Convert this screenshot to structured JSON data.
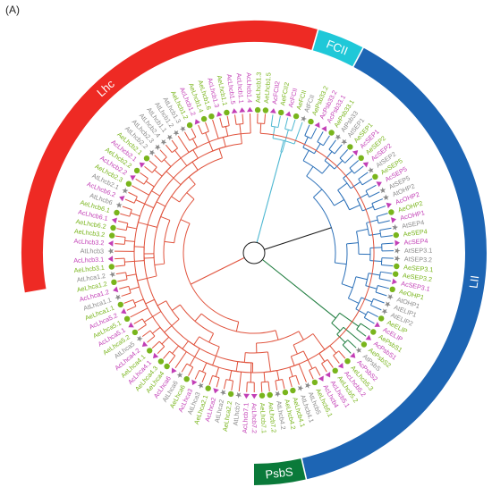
{
  "panel_label": "(A)",
  "colors": {
    "Lhc": "#ee2a24",
    "FCII": "#1fc8d8",
    "LII": "#1d65b4",
    "PsbS": "#0a7a3a",
    "green_species": "#79b51c",
    "pink_species": "#c23fb6",
    "gray_species": "#8a8a8a"
  },
  "clades": [
    {
      "name": "Lhc",
      "label": "Lhc",
      "color": "#ee2a24",
      "start_deg": 260,
      "end_deg": 16
    },
    {
      "name": "FCII",
      "label": "FCII",
      "color": "#1fc8d8",
      "start_deg": 16,
      "end_deg": 28
    },
    {
      "name": "LII",
      "label": "LII",
      "color": "#1d65b4",
      "start_deg": 28,
      "end_deg": 167
    },
    {
      "name": "PsbS",
      "label": "PsbS",
      "color": "#0a7a3a",
      "start_deg": 167,
      "end_deg": 180
    }
  ],
  "leaves": [
    {
      "label": "AcFCII",
      "sp": "p",
      "clade": "FCII"
    },
    {
      "label": "AeFCII",
      "sp": "g",
      "clade": "FCII"
    },
    {
      "label": "AtFCII",
      "sp": "a",
      "clade": "FCII"
    },
    {
      "label": "AePsb33.2",
      "sp": "g",
      "clade": "LII"
    },
    {
      "label": "AcPsb33.2",
      "sp": "p",
      "clade": "LII"
    },
    {
      "label": "AcPsb33.1",
      "sp": "p",
      "clade": "LII"
    },
    {
      "label": "AePsb33.1",
      "sp": "g",
      "clade": "LII"
    },
    {
      "label": "AtPsb33",
      "sp": "a",
      "clade": "LII"
    },
    {
      "label": "AtSEP1",
      "sp": "a",
      "clade": "LII"
    },
    {
      "label": "AeSEP1",
      "sp": "g",
      "clade": "LII"
    },
    {
      "label": "AcSEP1",
      "sp": "p",
      "clade": "LII"
    },
    {
      "label": "AeSEP2",
      "sp": "g",
      "clade": "LII"
    },
    {
      "label": "AcSEP2",
      "sp": "p",
      "clade": "LII"
    },
    {
      "label": "AtSEP2",
      "sp": "a",
      "clade": "LII"
    },
    {
      "label": "AeSEP5",
      "sp": "g",
      "clade": "LII"
    },
    {
      "label": "AcSEP5",
      "sp": "p",
      "clade": "LII"
    },
    {
      "label": "AtSEP5",
      "sp": "a",
      "clade": "LII"
    },
    {
      "label": "AtOHP2",
      "sp": "a",
      "clade": "LII"
    },
    {
      "label": "AcOHP2",
      "sp": "p",
      "clade": "LII"
    },
    {
      "label": "AeOHP2",
      "sp": "g",
      "clade": "LII"
    },
    {
      "label": "AcOHP1",
      "sp": "p",
      "clade": "LII"
    },
    {
      "label": "AtSEP4",
      "sp": "a",
      "clade": "LII"
    },
    {
      "label": "AeSEP4",
      "sp": "g",
      "clade": "LII"
    },
    {
      "label": "AcSEP4",
      "sp": "p",
      "clade": "LII"
    },
    {
      "label": "AtSEP3.1",
      "sp": "a",
      "clade": "LII"
    },
    {
      "label": "AtSEP3.2",
      "sp": "a",
      "clade": "LII"
    },
    {
      "label": "AeSEP3.1",
      "sp": "g",
      "clade": "LII"
    },
    {
      "label": "AeSEP3.2",
      "sp": "g",
      "clade": "LII"
    },
    {
      "label": "AcSEP3.1",
      "sp": "p",
      "clade": "LII"
    },
    {
      "label": "AeOHP1",
      "sp": "g",
      "clade": "LII"
    },
    {
      "label": "AtOHP1",
      "sp": "a",
      "clade": "LII"
    },
    {
      "label": "AtELIP1",
      "sp": "a",
      "clade": "LII"
    },
    {
      "label": "AtELIP2",
      "sp": "a",
      "clade": "LII"
    },
    {
      "label": "AeELIP",
      "sp": "g",
      "clade": "LII"
    },
    {
      "label": "AcELIP",
      "sp": "p",
      "clade": "LII"
    },
    {
      "label": "AePsbS1",
      "sp": "g",
      "clade": "PsbS"
    },
    {
      "label": "AcPsbS1",
      "sp": "p",
      "clade": "PsbS"
    },
    {
      "label": "AePsbS2",
      "sp": "g",
      "clade": "PsbS"
    },
    {
      "label": "AtPsbS",
      "sp": "a",
      "clade": "PsbS"
    },
    {
      "label": "AcPsbS2",
      "sp": "p",
      "clade": "PsbS"
    },
    {
      "label": "AeLhcb5.3",
      "sp": "g",
      "clade": "Lhc"
    },
    {
      "label": "AcLhcb5.2",
      "sp": "p",
      "clade": "Lhc"
    },
    {
      "label": "AeLhcb5.2",
      "sp": "g",
      "clade": "Lhc"
    },
    {
      "label": "AcLhcb5.1",
      "sp": "p",
      "clade": "Lhc"
    },
    {
      "label": "AcLhcb4",
      "sp": "p",
      "clade": "Lhc"
    },
    {
      "label": "AeLhcb5.1",
      "sp": "g",
      "clade": "Lhc"
    },
    {
      "label": "AtLhcb5",
      "sp": "a",
      "clade": "Lhc"
    },
    {
      "label": "AtLhcb4.1",
      "sp": "a",
      "clade": "Lhc"
    },
    {
      "label": "AeLhcb4.1",
      "sp": "g",
      "clade": "Lhc"
    },
    {
      "label": "AeLhcb4.2",
      "sp": "g",
      "clade": "Lhc"
    },
    {
      "label": "AtLhcb4.2",
      "sp": "a",
      "clade": "Lhc"
    },
    {
      "label": "AeLhcb7.2",
      "sp": "g",
      "clade": "Lhc"
    },
    {
      "label": "AeLhcb7.1",
      "sp": "g",
      "clade": "Lhc"
    },
    {
      "label": "AcLhcb7.2",
      "sp": "p",
      "clade": "Lhc"
    },
    {
      "label": "AcLhcb7.1",
      "sp": "p",
      "clade": "Lhc"
    },
    {
      "label": "AtLhcb7",
      "sp": "a",
      "clade": "Lhc"
    },
    {
      "label": "AeLhca2.2",
      "sp": "g",
      "clade": "Lhc"
    },
    {
      "label": "AtLhca2",
      "sp": "a",
      "clade": "Lhc"
    },
    {
      "label": "AcLhca2",
      "sp": "p",
      "clade": "Lhc"
    },
    {
      "label": "AeLhca2.1",
      "sp": "g",
      "clade": "Lhc"
    },
    {
      "label": "AtLhca3",
      "sp": "a",
      "clade": "Lhc"
    },
    {
      "label": "AcLhca3",
      "sp": "p",
      "clade": "Lhc"
    },
    {
      "label": "AeLhca6",
      "sp": "g",
      "clade": "Lhc"
    },
    {
      "label": "AtLhca6",
      "sp": "a",
      "clade": "Lhc"
    },
    {
      "label": "AcLhca6",
      "sp": "p",
      "clade": "Lhc"
    },
    {
      "label": "AeLhca4",
      "sp": "g",
      "clade": "Lhc"
    },
    {
      "label": "AeLhca4.3",
      "sp": "g",
      "clade": "Lhc"
    },
    {
      "label": "AcLhca4.1",
      "sp": "p",
      "clade": "Lhc"
    },
    {
      "label": "AeLhca4.1",
      "sp": "g",
      "clade": "Lhc"
    },
    {
      "label": "AcLhca4.2",
      "sp": "p",
      "clade": "Lhc"
    },
    {
      "label": "AtLhca5",
      "sp": "a",
      "clade": "Lhc"
    },
    {
      "label": "AeLhca5.2",
      "sp": "g",
      "clade": "Lhc"
    },
    {
      "label": "AcLhca5.1",
      "sp": "p",
      "clade": "Lhc"
    },
    {
      "label": "AeLhca5.1",
      "sp": "g",
      "clade": "Lhc"
    },
    {
      "label": "AcLhca5.2",
      "sp": "p",
      "clade": "Lhc"
    },
    {
      "label": "AeLhca1.1",
      "sp": "g",
      "clade": "Lhc"
    },
    {
      "label": "AtLhca1.1",
      "sp": "a",
      "clade": "Lhc"
    },
    {
      "label": "AcLhca1.2",
      "sp": "p",
      "clade": "Lhc"
    },
    {
      "label": "AeLhca1.2",
      "sp": "g",
      "clade": "Lhc"
    },
    {
      "label": "AtLhca1.2",
      "sp": "a",
      "clade": "Lhc"
    },
    {
      "label": "AeLhcb3.1",
      "sp": "g",
      "clade": "Lhc"
    },
    {
      "label": "AcLhcb3.1",
      "sp": "p",
      "clade": "Lhc"
    },
    {
      "label": "AtLhcb3",
      "sp": "a",
      "clade": "Lhc"
    },
    {
      "label": "AcLhcb3.2",
      "sp": "p",
      "clade": "Lhc"
    },
    {
      "label": "AeLhcb3.2",
      "sp": "g",
      "clade": "Lhc"
    },
    {
      "label": "AeLhcb6.2",
      "sp": "g",
      "clade": "Lhc"
    },
    {
      "label": "AcLhcb6.1",
      "sp": "p",
      "clade": "Lhc"
    },
    {
      "label": "AeLhcb6.1",
      "sp": "g",
      "clade": "Lhc"
    },
    {
      "label": "AtLhcb6",
      "sp": "a",
      "clade": "Lhc"
    },
    {
      "label": "AcLhcb6.2",
      "sp": "p",
      "clade": "Lhc"
    },
    {
      "label": "AtLhcb2.1",
      "sp": "a",
      "clade": "Lhc"
    },
    {
      "label": "AeLhcb2.3",
      "sp": "g",
      "clade": "Lhc"
    },
    {
      "label": "AcLhcb2.2",
      "sp": "p",
      "clade": "Lhc"
    },
    {
      "label": "AeLhcb2.2",
      "sp": "g",
      "clade": "Lhc"
    },
    {
      "label": "AcLhcb2.1",
      "sp": "p",
      "clade": "Lhc"
    },
    {
      "label": "AeLhcb2.1",
      "sp": "g",
      "clade": "Lhc"
    },
    {
      "label": "AtLhcb2.2",
      "sp": "a",
      "clade": "Lhc"
    },
    {
      "label": "AtLhcb2.3",
      "sp": "a",
      "clade": "Lhc"
    },
    {
      "label": "AtLhcb2.4",
      "sp": "a",
      "clade": "Lhc"
    },
    {
      "label": "AtLhcb1.1",
      "sp": "a",
      "clade": "Lhc"
    },
    {
      "label": "AtLhcb1.2",
      "sp": "a",
      "clade": "Lhc"
    },
    {
      "label": "AtLhcb1.3",
      "sp": "a",
      "clade": "Lhc"
    },
    {
      "label": "AeLhcb1.2",
      "sp": "g",
      "clade": "Lhc"
    },
    {
      "label": "AcLhcb1.2",
      "sp": "p",
      "clade": "Lhc"
    },
    {
      "label": "AeLhcb1.4",
      "sp": "g",
      "clade": "Lhc"
    },
    {
      "label": "AeLhcb1.6",
      "sp": "g",
      "clade": "Lhc"
    },
    {
      "label": "AcLhcb1.3",
      "sp": "p",
      "clade": "Lhc"
    },
    {
      "label": "AeLhcb1.1",
      "sp": "g",
      "clade": "Lhc"
    },
    {
      "label": "AcLhcb1.5",
      "sp": "p",
      "clade": "Lhc"
    },
    {
      "label": "AcLhcb1.1",
      "sp": "p",
      "clade": "Lhc"
    },
    {
      "label": "AcLhcb1.4",
      "sp": "p",
      "clade": "Lhc"
    },
    {
      "label": "AeLhcb1.3",
      "sp": "g",
      "clade": "Lhc"
    },
    {
      "label": "AeLhcb1.5",
      "sp": "g",
      "clade": "Lhc"
    },
    {
      "label": "AcFCII2",
      "sp": "p",
      "clade": "FCII"
    },
    {
      "label": "AeFCII2",
      "sp": "g",
      "clade": "FCII"
    }
  ]
}
